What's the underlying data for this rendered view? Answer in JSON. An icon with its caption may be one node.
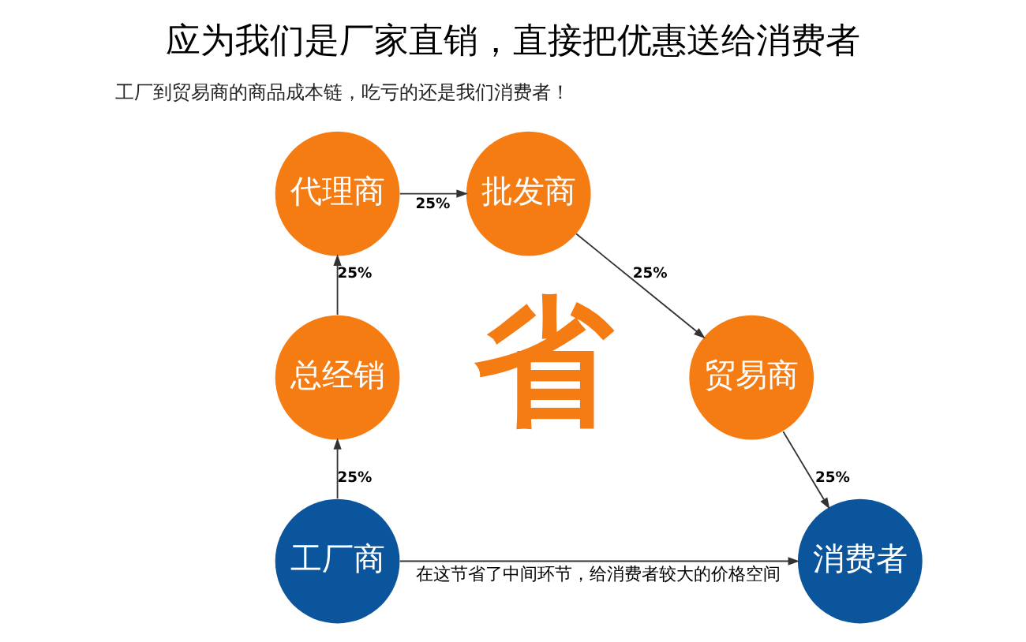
{
  "diagram": {
    "title": "应为我们是厂家直销，直接把优惠送给消费者",
    "nodes": [
      {
        "text": [
          "工厂商"
        ]
      },
      {
        "text": [
          "总经销"
        ]
      },
      {
        "text": [
          "代理商"
        ]
      },
      {
        "text": [
          "批发商"
        ]
      },
      {
        "text": [
          "贸易商"
        ]
      },
      {
        "text": [
          "消费者"
        ]
      }
    ],
    "edges": [
      {
        "from": 0,
        "to": 1,
        "arrow": "to",
        "label": "25%"
      },
      {
        "from": 1,
        "to": 2,
        "arrow": "to",
        "label": "25%"
      },
      {
        "from": 2,
        "to": 3,
        "arrow": "to",
        "label": "25%"
      },
      {
        "from": 3,
        "to": 4,
        "arrow": "to",
        "label": "25%"
      },
      {
        "from": 4,
        "to": 5,
        "arrow": "to",
        "label": "25%"
      },
      {
        "from": 0,
        "to": 5,
        "arrow": "to",
        "label": "在这节省了中间环节，给消费者较大的价格空间"
      }
    ],
    "labels": [
      "工厂到贸易商的商品成本链，吃亏的还是我们消费者！",
      "省"
    ]
  }
}
